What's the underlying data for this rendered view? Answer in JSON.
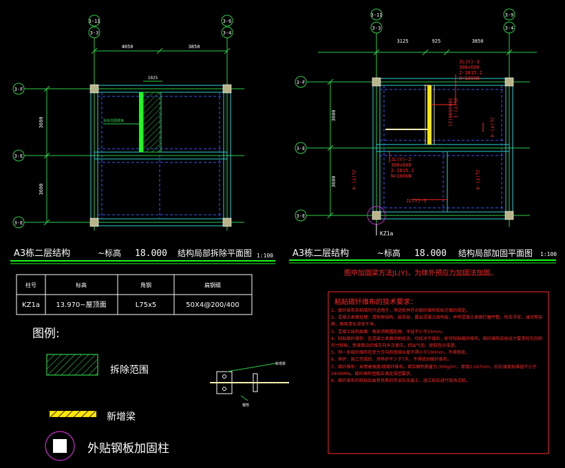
{
  "left_plan": {
    "axes_top": [
      {
        "top": "3-11",
        "bottom": "3-3"
      },
      {
        "top": "3-6",
        "bottom": "3-4"
      }
    ],
    "axes_left": [
      "3-F",
      "3-E",
      "3-E"
    ],
    "dims_top": [
      "4050",
      "3850"
    ],
    "dim_small": "1025",
    "dims_left": [
      "3600",
      "3600"
    ],
    "annotation": "拆除范围楼板",
    "title": "A3栋二层结构",
    "title_level_prefix": "~标高",
    "title_level": "18.000",
    "title_suffix": "结构局部拆除平面图",
    "scale": "1:100"
  },
  "right_plan": {
    "axes_top": [
      {
        "top": "3-11",
        "bottom": "3-3"
      },
      {
        "top": "3-9",
        "bottom": "3-4"
      }
    ],
    "axes_left": [
      "3-F",
      "3-E",
      "3-E"
    ],
    "dims_top": [
      "3125",
      "925",
      "3850"
    ],
    "dims_left": [
      "3600",
      "3600"
    ],
    "beam_1": [
      "JL(Y)-3",
      "300x600",
      "2-1815.2",
      "N=100kN"
    ],
    "beam_2": [
      "JL(Y)-2",
      "300x600",
      "2-1815.2",
      "N=100kN"
    ],
    "beam_vert_1": [
      "JL(Y)-1",
      "300x600(2)"
    ],
    "beam_vert_2": "JL(Y)-4",
    "beam_vert_3": "JL(Y)-4",
    "beam_vert_4": "JL(Y)-4",
    "beam_bottom": "JL(Y)-3",
    "column_label": "KZ1a",
    "title": "A3栋二层结构",
    "title_level_prefix": "~标高",
    "title_level": "18.000",
    "title_suffix": "结构局部加固平面图",
    "scale": "1:100",
    "note": "图中加固梁方法JL(Y)，为体外预应力加固法加固。"
  },
  "table": {
    "headers": [
      "柱号",
      "标高",
      "角钢",
      "扁钢缀"
    ],
    "rows": [
      [
        "KZ1a",
        "13.970~屋顶面",
        "L75x5",
        "50X4@200/400"
      ]
    ]
  },
  "legend": {
    "title": "图例:",
    "items": [
      "拆除范围",
      "新增梁",
      "外贴钢板加固柱"
    ]
  },
  "detail_labels": [
    "新增梁",
    "锚栓"
  ],
  "requirements": {
    "title": "粘贴碳纤维布的技术要求：",
    "items": [
      "1．碳纤维布及粘结剂只适用于，须送检并符合碳纤维布粘贴方面的规定。",
      "2．混凝土表面处理：清除原结构、装饰层，露出混凝土结构层，并将混凝土表面打磨平整，除去浮浆、油污等杂质，再用清水冲洗干净。",
      "3．混凝土结构表面：角部须倒圆处理，半径不小于25mm。",
      "4．粘贴碳纤维布：在混凝土表面涂刷底涂，待底涂干燥后，即可粘贴碳纤维布，碳纤维布应按设计要求的方向和尺寸粘贴，用滚筒沿纤维方向多次滚压，挤出气泡，使胶充分浸透。",
      "5．同一条碳纤维布在受力方向的搭接长度不得小于100mm，不得搭接。",
      "6．养护：施工完成后，须养护不少于7天，不得扰动碳纤维布。",
      "7．碳纤维布：采用高强度I级碳纤维布，单位面积质量为 300g/m²，厚度0.167mm，抗拉强度标准值不小于 3400MPa，碳纤维布性能应满足规范要求。",
      "8．碳纤维布的粘贴应由有资质的专业队伍施工，施工前应进行现场试验。"
    ]
  }
}
